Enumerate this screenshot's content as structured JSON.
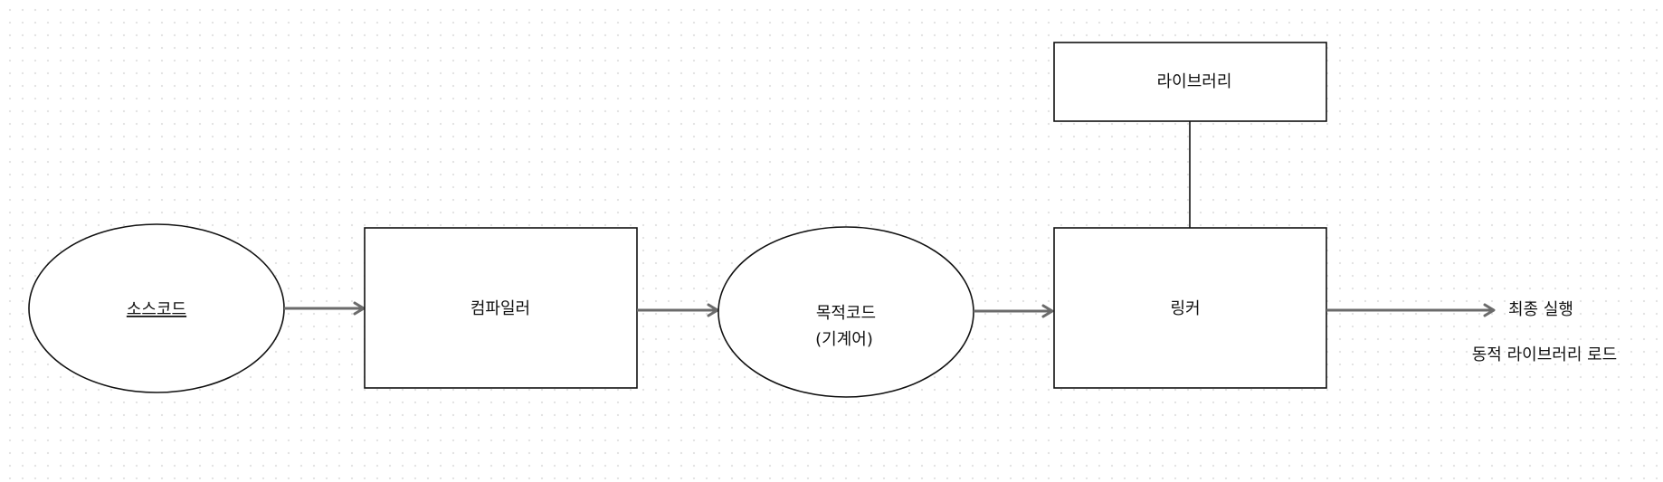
{
  "diagram": {
    "nodes": {
      "source": {
        "label": "소스코드",
        "shape": "ellipse"
      },
      "compiler": {
        "label": "컴파일러",
        "shape": "rectangle"
      },
      "object": {
        "label_line1": "목적코드",
        "label_line2": "(기계어)",
        "shape": "ellipse"
      },
      "linker": {
        "label": "링커",
        "shape": "rectangle"
      },
      "library": {
        "label": "라이브러리",
        "shape": "rectangle"
      }
    },
    "outputs": {
      "final": "최종 실행",
      "dynamic": "동적 라이브러리 로드"
    },
    "edges": [
      {
        "from": "source",
        "to": "compiler",
        "type": "arrow"
      },
      {
        "from": "compiler",
        "to": "object",
        "type": "arrow"
      },
      {
        "from": "object",
        "to": "linker",
        "type": "arrow"
      },
      {
        "from": "library",
        "to": "linker",
        "type": "line"
      },
      {
        "from": "linker",
        "to": "final",
        "type": "arrow"
      }
    ],
    "colors": {
      "stroke": "#111111",
      "arrow": "#6b6b6b",
      "background": "#ffffff",
      "grid_dots": "#e2e2e2"
    }
  }
}
